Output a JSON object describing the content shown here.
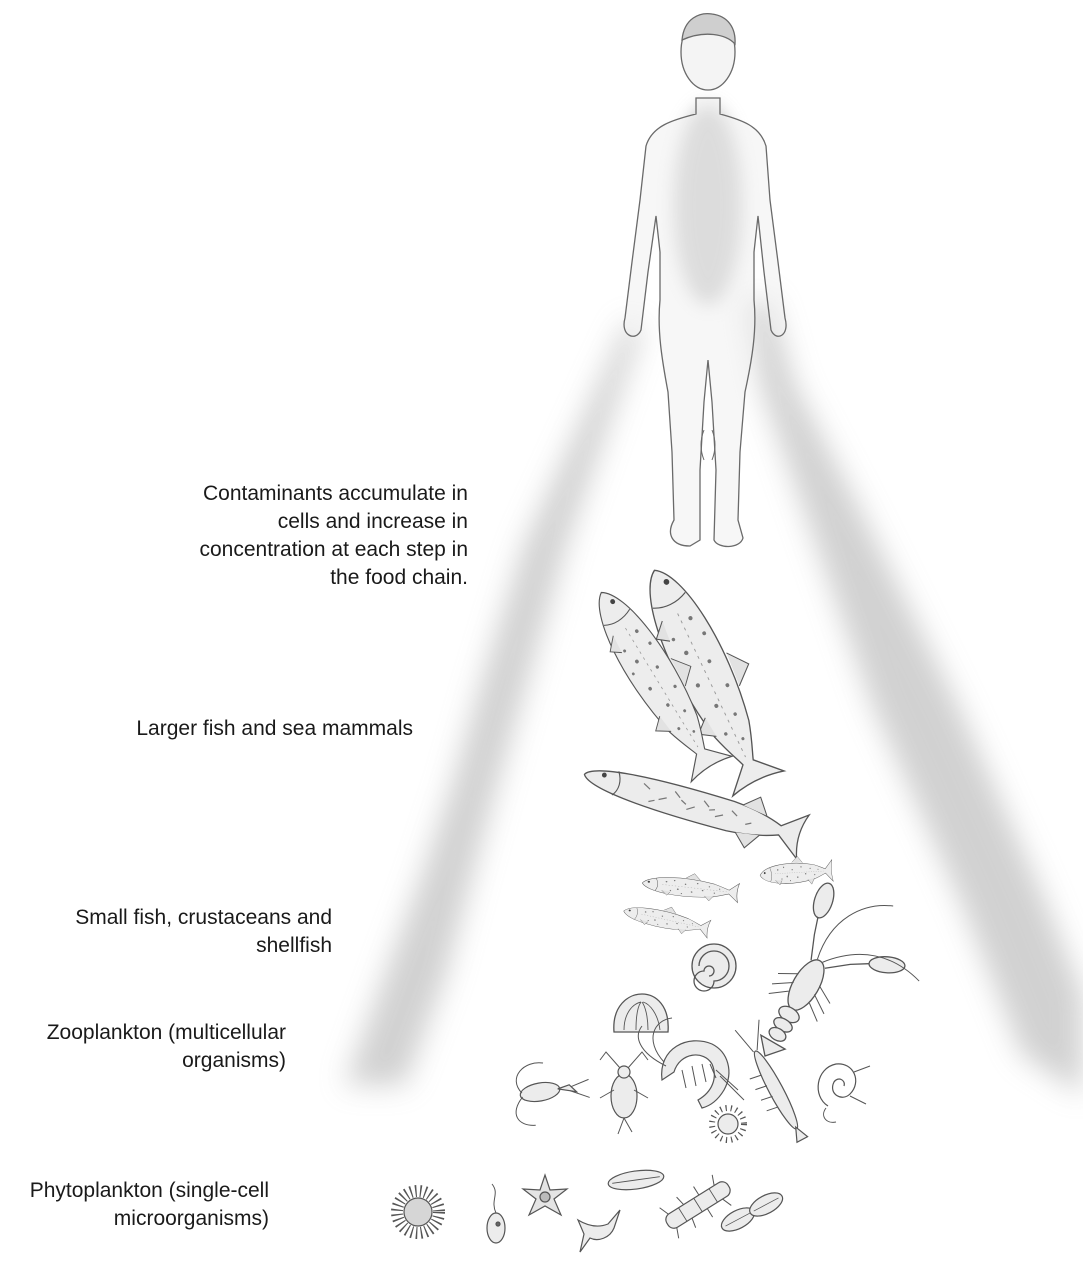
{
  "labels": {
    "contaminants": [
      "Contaminants accumulate in",
      "cells and increase in",
      "concentration at each step in",
      "the food chain."
    ],
    "larger_fish": [
      "Larger fish and sea mammals"
    ],
    "small_fish": [
      "Small fish, crustaceans and",
      "shellfish"
    ],
    "zooplankton": [
      "Zooplankton (multicellular",
      "organisms)"
    ],
    "phytoplankton": [
      "Phytoplankton (single-cell",
      "microorganisms)"
    ]
  },
  "colors": {
    "background": "#ffffff",
    "text": "#1a1a1a",
    "shading": "#c9c9c9",
    "ink": "#555555",
    "fill": "#efefef"
  }
}
